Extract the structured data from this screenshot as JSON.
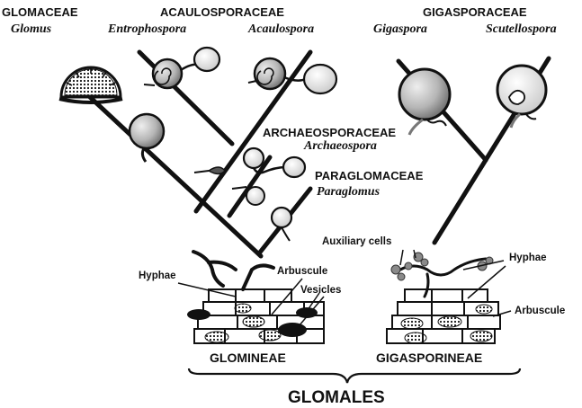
{
  "families": {
    "glomaceae": "GLOMACEAE",
    "acaulosporaceae": "ACAULOSPORACEAE",
    "gigasporaceae": "GIGASPORACEAE",
    "archaeosporaceae": "ARCHAEOSPORACEAE",
    "paraglomaceae": "PARAGLOMACEAE"
  },
  "genera": {
    "glomus": "Glomus",
    "entrophospora": "Entrophospora",
    "acaulospora": "Acaulospora",
    "gigaspora": "Gigaspora",
    "scutellospora": "Scutellospora",
    "archaeospora": "Archaeospora",
    "paraglomus": "Paraglomus"
  },
  "labels": {
    "hyphae_left": "Hyphae",
    "arbuscule_left": "Arbuscule",
    "vesicles": "Vesicles",
    "auxiliary_cells": "Auxiliary cells",
    "hyphae_right": "Hyphae",
    "arbuscule_right": "Arbuscule"
  },
  "suborders": {
    "left": "GLOMINEAE",
    "right": "GIGASPORINEAE"
  },
  "order": "GLOMALES",
  "colors": {
    "ink": "#111111",
    "spore_fill": "#bdbdbd",
    "spore_dark": "#7a7a7a",
    "auxiliary": "#8a8a8a"
  }
}
